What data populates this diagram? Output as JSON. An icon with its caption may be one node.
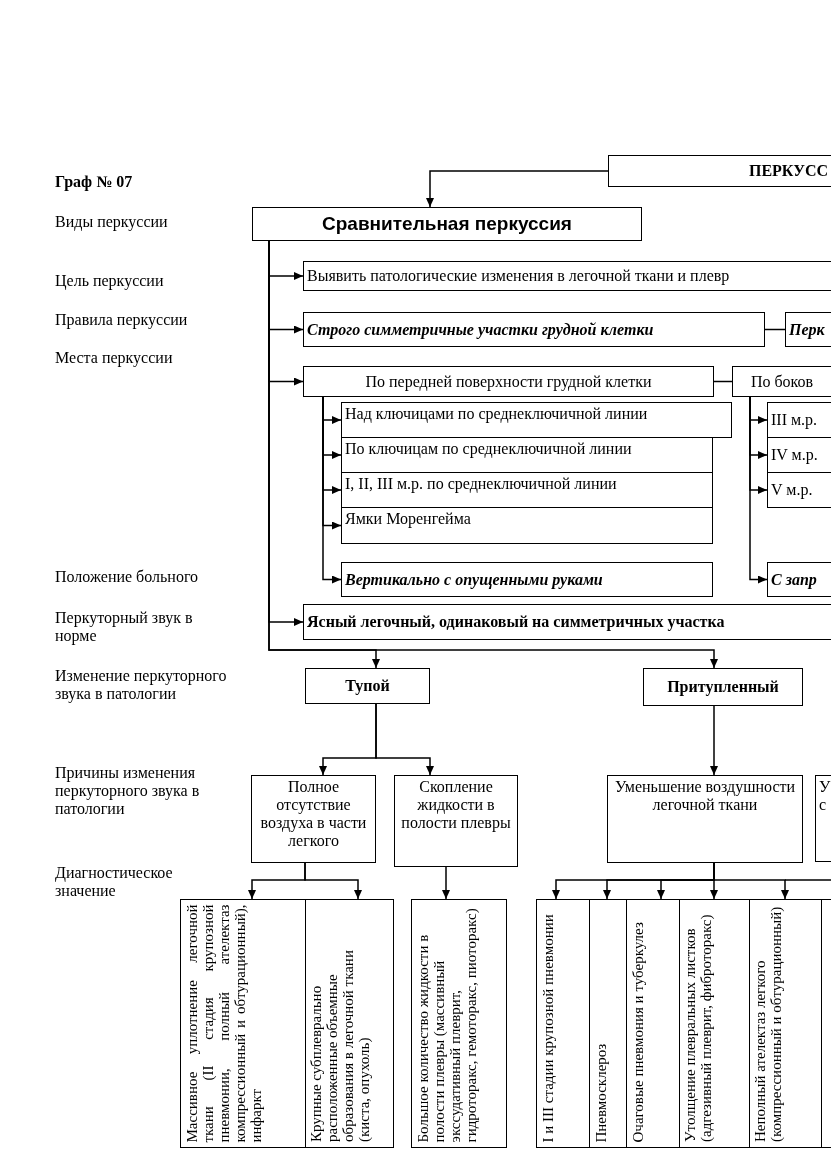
{
  "diagram": {
    "nodes": [
      {
        "text": [
          "ПЕРКУСС"
        ]
      },
      {
        "text": [
          "Сравнительная перкуссия"
        ]
      },
      {
        "text": [
          "Выявить патологические изменения в легочной ткани и плевр"
        ]
      },
      {
        "text": [
          "Строго симметричные участки грудной клетки"
        ]
      },
      {
        "text": [
          "Перк"
        ]
      },
      {
        "text": [
          "По передней поверхности грудной клетки"
        ]
      },
      {
        "text": [
          "По боков"
        ]
      },
      {
        "text": [
          "Над ключицами по среднеключичной линии"
        ]
      },
      {
        "text": [
          "По ключицам по среднеключичной линии"
        ]
      },
      {
        "text": [
          "I, II, III м.р. по среднеключичной линии"
        ]
      },
      {
        "text": [
          "Ямки Моренгейма"
        ]
      },
      {
        "text": [
          "Вертикально с опущенными руками"
        ]
      },
      {
        "text": [
          "III м.р."
        ]
      },
      {
        "text": [
          "IV м.р."
        ]
      },
      {
        "text": [
          "V м.р."
        ]
      },
      {
        "text": [
          "С запр"
        ]
      },
      {
        "text": [
          "Ясный легочный, одинаковый на симметричных участка"
        ]
      },
      {
        "text": [
          "Тупой"
        ]
      },
      {
        "text": [
          "Притупленный"
        ]
      },
      {
        "text": [
          "Полное отсутствие воздуха в части легкого"
        ]
      },
      {
        "text": [
          "Скопление жидкости в полости плевры"
        ]
      },
      {
        "text": [
          "Уменьшение воздушности легочной ткани"
        ]
      },
      {
        "text": [
          "У с"
        ]
      },
      {
        "text": [
          "Массивное уплотнение легочной ткани (II стадия крупозной пневмонии, полный ателектаз компрессионный и обтурационный), инфаркт"
        ]
      },
      {
        "text": [
          "Крупные субплеврально расположенные объемные образования в легочной ткани (киста, опухоль)"
        ]
      },
      {
        "text": [
          "Большое количество жидкости в полости плевры (массивный экссудативный плеврит, гидроторакс, гемоторакс, пиоторакс)"
        ]
      },
      {
        "text": [
          "I и III стадии крупозной пневмонии"
        ]
      },
      {
        "text": [
          "Пневмосклероз"
        ]
      },
      {
        "text": [
          "Очаговые пневмония и туберкулез"
        ]
      },
      {
        "text": [
          "Утолщение плевральных листков (адгезивный плеврит, фиброторакс)"
        ]
      },
      {
        "text": [
          "Неполный ателектаз легкого (компрессионный и обтурационный)"
        ]
      },
      {
        "text": [],
        "shape": "box"
      }
    ],
    "edges": [
      {
        "from": 0,
        "to": 1,
        "arrow": "to"
      },
      {
        "from": 1,
        "to": 2,
        "arrow": "to"
      },
      {
        "from": 1,
        "to": 3,
        "arrow": "to"
      },
      {
        "from": 1,
        "to": 5,
        "arrow": "to"
      },
      {
        "from": 1,
        "to": 16,
        "arrow": "to"
      },
      {
        "from": 3,
        "to": 4,
        "arrow": "none"
      },
      {
        "from": 5,
        "to": 6,
        "arrow": "none"
      },
      {
        "from": 5,
        "to": 7,
        "arrow": "to"
      },
      {
        "from": 5,
        "to": 8,
        "arrow": "to"
      },
      {
        "from": 5,
        "to": 9,
        "arrow": "to"
      },
      {
        "from": 5,
        "to": 10,
        "arrow": "to"
      },
      {
        "from": 5,
        "to": 11,
        "arrow": "to"
      },
      {
        "from": 6,
        "to": 12,
        "arrow": "to"
      },
      {
        "from": 6,
        "to": 13,
        "arrow": "to"
      },
      {
        "from": 6,
        "to": 14,
        "arrow": "to"
      },
      {
        "from": 6,
        "to": 15,
        "arrow": "to"
      },
      {
        "from": 1,
        "to": 17,
        "arrow": "to"
      },
      {
        "from": 1,
        "to": 18,
        "arrow": "to"
      },
      {
        "from": 17,
        "to": 19,
        "arrow": "to"
      },
      {
        "from": 17,
        "to": 20,
        "arrow": "to"
      },
      {
        "from": 18,
        "to": 21,
        "arrow": "to"
      },
      {
        "from": 19,
        "to": 23,
        "arrow": "to"
      },
      {
        "from": 19,
        "to": 24,
        "arrow": "to"
      },
      {
        "from": 20,
        "to": 25,
        "arrow": "to"
      },
      {
        "from": 21,
        "to": 26,
        "arrow": "to"
      },
      {
        "from": 21,
        "to": 27,
        "arrow": "to"
      },
      {
        "from": 21,
        "to": 28,
        "arrow": "to"
      },
      {
        "from": 21,
        "to": 29,
        "arrow": "to"
      },
      {
        "from": 21,
        "to": 30,
        "arrow": "to"
      }
    ],
    "labels": [
      "Граф № 07",
      "Виды перкуссии",
      "Цель перкуссии",
      "Правила перкуссии",
      "Места перкуссии",
      "Положение больного",
      "Перкуторный звук в норме",
      "Изменение перкуторного звука в патологии",
      "Причины изменения перкуторного звука в патологии",
      "Диагностическое значение"
    ]
  }
}
